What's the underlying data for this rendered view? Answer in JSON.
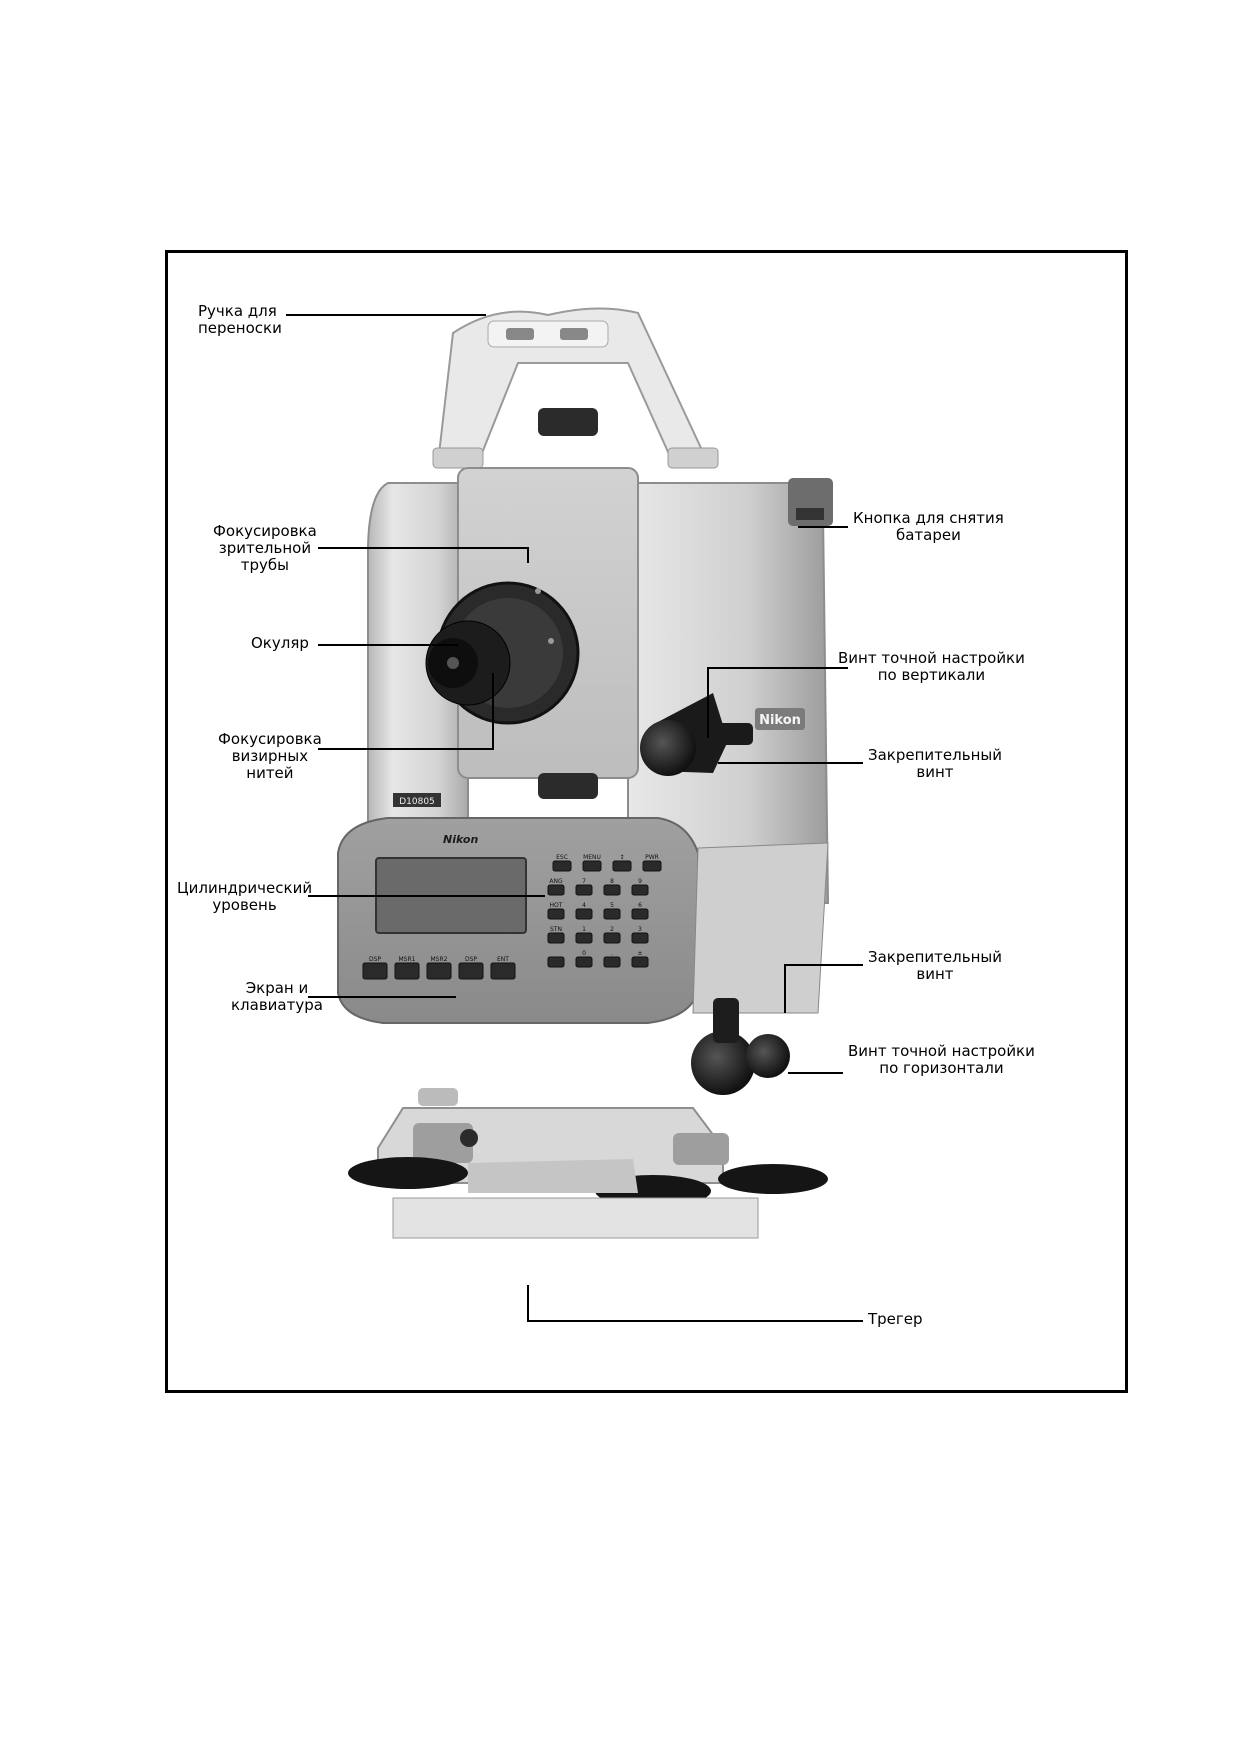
{
  "brand": "Nikon",
  "serial_plate": "D10805",
  "labels": {
    "handle": [
      "Ручка для",
      "переноски"
    ],
    "telescope_focus": [
      "Фокусировка",
      "зрительной",
      "трубы"
    ],
    "eyepiece": [
      "Окуляр"
    ],
    "reticle_focus": [
      "Фокусировка",
      "визирных",
      "нитей"
    ],
    "plate_level": [
      "Цилиндрический",
      "уровень"
    ],
    "display_keypad": [
      "Экран и",
      "клавиатура"
    ],
    "battery_release": [
      "Кнопка для снятия",
      "батареи"
    ],
    "vertical_tangent": [
      "Винт точной настройки",
      "по вертикали"
    ],
    "vertical_clamp": [
      "Закрепительный",
      "винт"
    ],
    "horizontal_clamp": [
      "Закрепительный",
      "винт"
    ],
    "horizontal_tangent": [
      "Винт точной настройки",
      "по горизонтали"
    ],
    "tribrach": [
      "Трегер"
    ]
  },
  "keypad": {
    "top_keys": [
      "ESC",
      "MENU",
      "↕",
      "PWR"
    ],
    "grid_keys": [
      [
        "ANG",
        "7",
        "8",
        "9"
      ],
      [
        "HOT",
        "4",
        "5",
        "6"
      ],
      [
        "STN",
        "1",
        "2",
        "3"
      ],
      [
        "",
        "0",
        ".",
        "±"
      ]
    ],
    "soft_keys": [
      "DSP",
      "MSR1",
      "MSR2",
      "DSP",
      "ENT"
    ]
  }
}
